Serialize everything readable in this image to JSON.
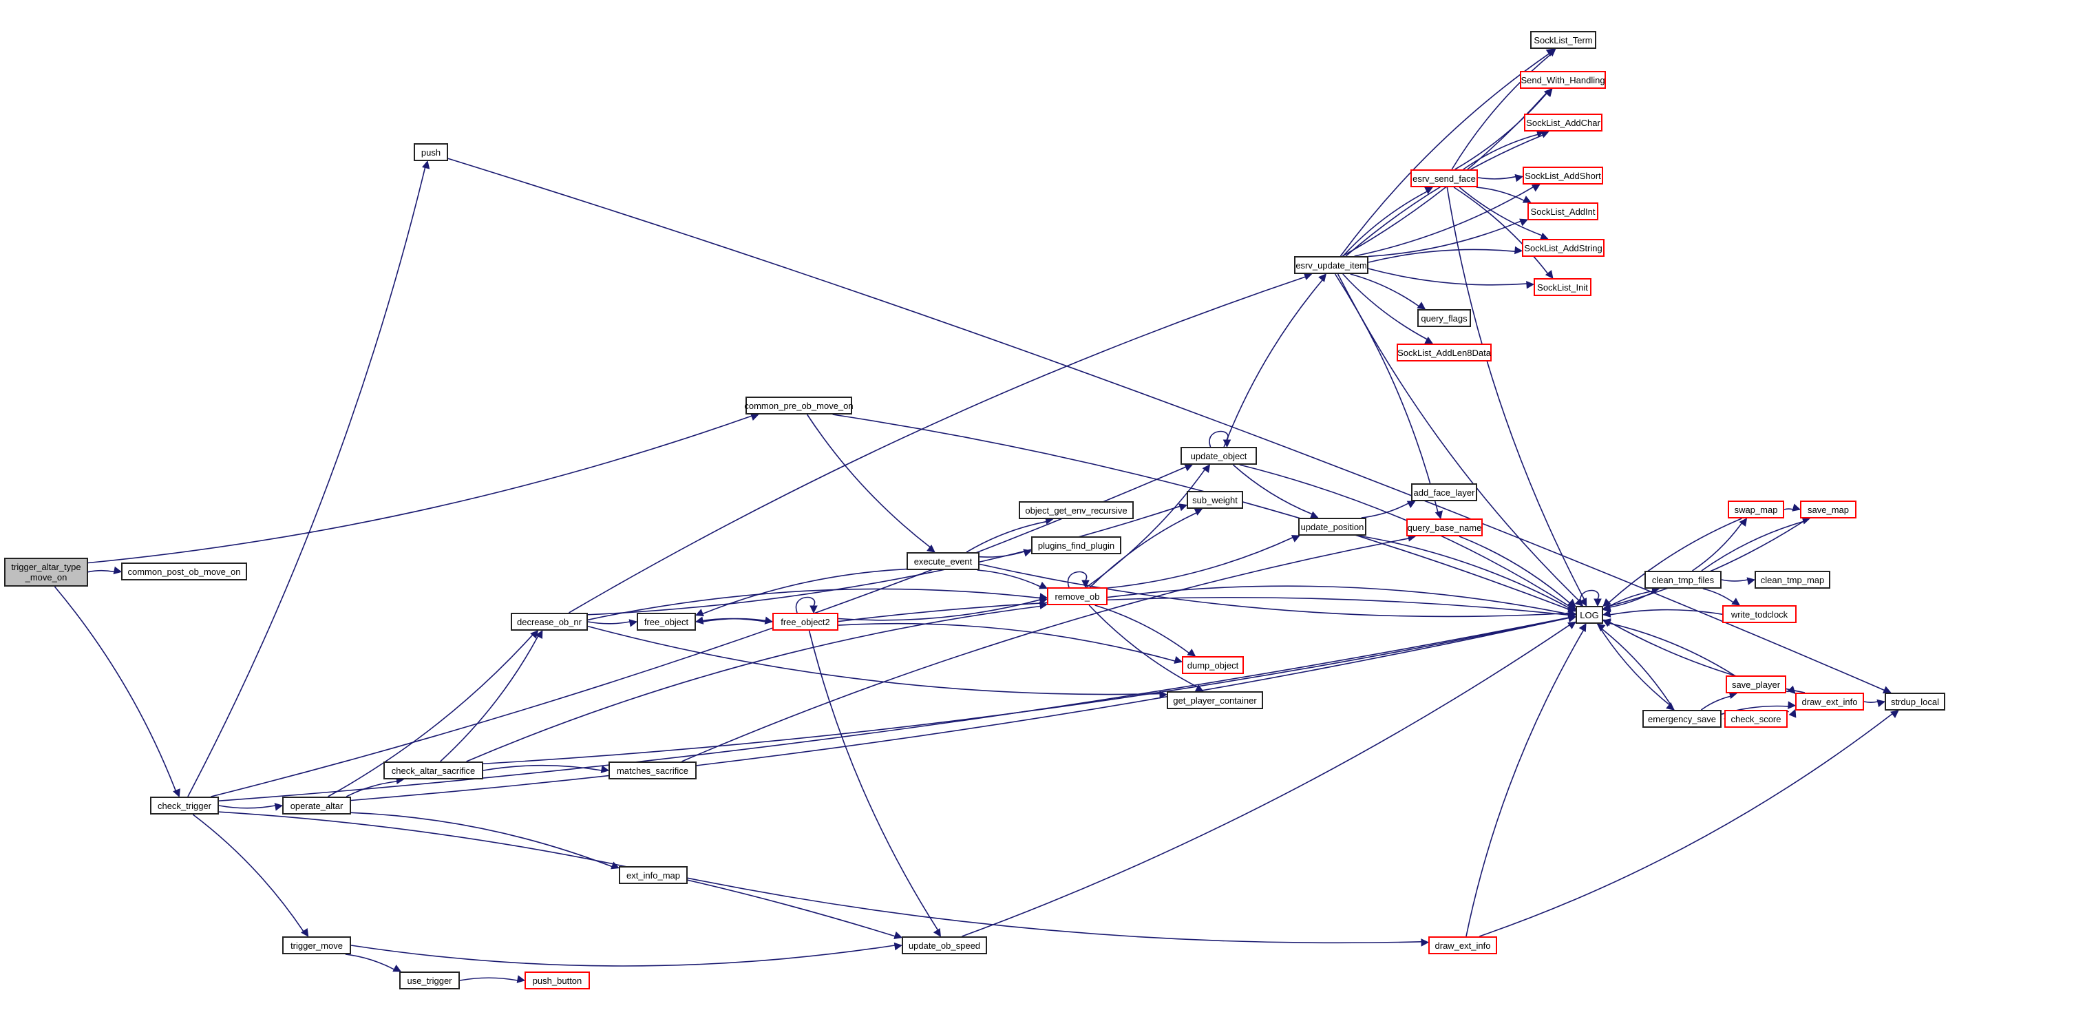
{
  "diagram": {
    "type": "call-graph",
    "colors": {
      "edge": "#191970",
      "root_fill": "#bfbfbf",
      "incomplete_border": "#ff0000",
      "normal_border": "#222222"
    },
    "nodes": [
      {
        "id": "trigger_altar_type_move_on",
        "label": "trigger_altar_type\n_move_on",
        "style": "root"
      },
      {
        "id": "common_post_ob_move_on",
        "label": "common_post_ob_move_on",
        "style": "normal"
      },
      {
        "id": "push",
        "label": "push",
        "style": "normal"
      },
      {
        "id": "common_pre_ob_move_on",
        "label": "common_pre_ob_move_on",
        "style": "normal"
      },
      {
        "id": "check_trigger",
        "label": "check_trigger",
        "style": "normal"
      },
      {
        "id": "operate_altar",
        "label": "operate_altar",
        "style": "normal"
      },
      {
        "id": "check_altar_sacrifice",
        "label": "check_altar_sacrifice",
        "style": "normal"
      },
      {
        "id": "matches_sacrifice",
        "label": "matches_sacrifice",
        "style": "normal"
      },
      {
        "id": "ext_info_map",
        "label": "ext_info_map",
        "style": "normal"
      },
      {
        "id": "trigger_move",
        "label": "trigger_move",
        "style": "normal"
      },
      {
        "id": "use_trigger",
        "label": "use_trigger",
        "style": "normal"
      },
      {
        "id": "push_button",
        "label": "push_button",
        "style": "red"
      },
      {
        "id": "decrease_ob_nr",
        "label": "decrease_ob_nr",
        "style": "normal"
      },
      {
        "id": "free_object",
        "label": "free_object",
        "style": "normal"
      },
      {
        "id": "free_object2",
        "label": "free_object2",
        "style": "red"
      },
      {
        "id": "execute_event",
        "label": "execute_event",
        "style": "normal"
      },
      {
        "id": "object_get_env_recursive",
        "label": "object_get_env_recursive",
        "style": "normal"
      },
      {
        "id": "plugins_find_plugin",
        "label": "plugins_find_plugin",
        "style": "normal"
      },
      {
        "id": "remove_ob",
        "label": "remove_ob",
        "style": "red"
      },
      {
        "id": "dump_object",
        "label": "dump_object",
        "style": "red"
      },
      {
        "id": "get_player_container",
        "label": "get_player_container",
        "style": "normal"
      },
      {
        "id": "update_ob_speed",
        "label": "update_ob_speed",
        "style": "normal"
      },
      {
        "id": "update_object",
        "label": "update_object",
        "style": "normal"
      },
      {
        "id": "sub_weight",
        "label": "sub_weight",
        "style": "normal"
      },
      {
        "id": "update_position",
        "label": "update_position",
        "style": "normal"
      },
      {
        "id": "esrv_update_item",
        "label": "esrv_update_item",
        "style": "normal"
      },
      {
        "id": "esrv_send_face",
        "label": "esrv_send_face",
        "style": "red"
      },
      {
        "id": "query_flags",
        "label": "query_flags",
        "style": "normal"
      },
      {
        "id": "SockList_AddLen8Data",
        "label": "SockList_AddLen8Data",
        "style": "red"
      },
      {
        "id": "add_face_layer",
        "label": "add_face_layer",
        "style": "normal"
      },
      {
        "id": "query_base_name",
        "label": "query_base_name",
        "style": "red"
      },
      {
        "id": "SockList_Term",
        "label": "SockList_Term",
        "style": "normal"
      },
      {
        "id": "Send_With_Handling",
        "label": "Send_With_Handling",
        "style": "red"
      },
      {
        "id": "SockList_AddChar",
        "label": "SockList_AddChar",
        "style": "red"
      },
      {
        "id": "SockList_AddShort",
        "label": "SockList_AddShort",
        "style": "red"
      },
      {
        "id": "SockList_AddInt",
        "label": "SockList_AddInt",
        "style": "red"
      },
      {
        "id": "SockList_AddString",
        "label": "SockList_AddString",
        "style": "red"
      },
      {
        "id": "SockList_Init",
        "label": "SockList_Init",
        "style": "red"
      },
      {
        "id": "LOG",
        "label": "LOG",
        "style": "normal"
      },
      {
        "id": "clean_tmp_files",
        "label": "clean_tmp_files",
        "style": "normal"
      },
      {
        "id": "clean_tmp_map",
        "label": "clean_tmp_map",
        "style": "normal"
      },
      {
        "id": "write_todclock",
        "label": "write_todclock",
        "style": "red"
      },
      {
        "id": "swap_map",
        "label": "swap_map",
        "style": "red"
      },
      {
        "id": "save_map",
        "label": "save_map",
        "style": "red"
      },
      {
        "id": "emergency_save",
        "label": "emergency_save",
        "style": "normal"
      },
      {
        "id": "save_player",
        "label": "save_player",
        "style": "red"
      },
      {
        "id": "check_score",
        "label": "check_score",
        "style": "red"
      },
      {
        "id": "draw_ext_info_a",
        "label": "draw_ext_info",
        "style": "red"
      },
      {
        "id": "draw_ext_info_b",
        "label": "draw_ext_info",
        "style": "red"
      },
      {
        "id": "strdup_local",
        "label": "strdup_local",
        "style": "normal"
      }
    ],
    "edges": [
      [
        "trigger_altar_type_move_on",
        "common_post_ob_move_on"
      ],
      [
        "trigger_altar_type_move_on",
        "common_pre_ob_move_on"
      ],
      [
        "trigger_altar_type_move_on",
        "check_trigger"
      ],
      [
        "check_trigger",
        "push"
      ],
      [
        "push",
        "strdup_local"
      ],
      [
        "check_trigger",
        "operate_altar"
      ],
      [
        "check_trigger",
        "trigger_move"
      ],
      [
        "check_trigger",
        "update_object"
      ],
      [
        "check_trigger",
        "update_ob_speed"
      ],
      [
        "check_trigger",
        "LOG"
      ],
      [
        "operate_altar",
        "check_altar_sacrifice"
      ],
      [
        "operate_altar",
        "decrease_ob_nr"
      ],
      [
        "operate_altar",
        "ext_info_map"
      ],
      [
        "operate_altar",
        "LOG"
      ],
      [
        "check_altar_sacrifice",
        "matches_sacrifice"
      ],
      [
        "check_altar_sacrifice",
        "decrease_ob_nr"
      ],
      [
        "check_altar_sacrifice",
        "remove_ob"
      ],
      [
        "check_altar_sacrifice",
        "LOG"
      ],
      [
        "matches_sacrifice",
        "query_base_name"
      ],
      [
        "ext_info_map",
        "draw_ext_info_b"
      ],
      [
        "trigger_move",
        "use_trigger"
      ],
      [
        "trigger_move",
        "update_ob_speed"
      ],
      [
        "use_trigger",
        "push_button"
      ],
      [
        "common_pre_ob_move_on",
        "execute_event"
      ],
      [
        "common_pre_ob_move_on",
        "LOG"
      ],
      [
        "decrease_ob_nr",
        "free_object"
      ],
      [
        "decrease_ob_nr",
        "esrv_update_item"
      ],
      [
        "decrease_ob_nr",
        "sub_weight"
      ],
      [
        "decrease_ob_nr",
        "remove_ob"
      ],
      [
        "decrease_ob_nr",
        "get_player_container"
      ],
      [
        "free_object",
        "free_object2"
      ],
      [
        "free_object2",
        "free_object"
      ],
      [
        "free_object2",
        "free_object2"
      ],
      [
        "free_object2",
        "remove_ob"
      ],
      [
        "free_object2",
        "dump_object"
      ],
      [
        "free_object2",
        "update_ob_speed"
      ],
      [
        "free_object2",
        "LOG"
      ],
      [
        "execute_event",
        "free_object"
      ],
      [
        "execute_event",
        "object_get_env_recursive"
      ],
      [
        "execute_event",
        "plugins_find_plugin"
      ],
      [
        "execute_event",
        "remove_ob"
      ],
      [
        "execute_event",
        "LOG"
      ],
      [
        "remove_ob",
        "remove_ob"
      ],
      [
        "remove_ob",
        "update_object"
      ],
      [
        "remove_ob",
        "sub_weight"
      ],
      [
        "remove_ob",
        "update_position"
      ],
      [
        "remove_ob",
        "dump_object"
      ],
      [
        "remove_ob",
        "get_player_container"
      ],
      [
        "remove_ob",
        "LOG"
      ],
      [
        "update_object",
        "update_object"
      ],
      [
        "update_object",
        "esrv_update_item"
      ],
      [
        "update_object",
        "update_position"
      ],
      [
        "update_object",
        "LOG"
      ],
      [
        "update_position",
        "add_face_layer"
      ],
      [
        "update_position",
        "LOG"
      ],
      [
        "update_ob_speed",
        "LOG"
      ],
      [
        "esrv_update_item",
        "SockList_Term"
      ],
      [
        "esrv_update_item",
        "Send_With_Handling"
      ],
      [
        "esrv_update_item",
        "SockList_AddChar"
      ],
      [
        "esrv_update_item",
        "SockList_AddShort"
      ],
      [
        "esrv_update_item",
        "esrv_send_face"
      ],
      [
        "esrv_update_item",
        "SockList_AddInt"
      ],
      [
        "esrv_update_item",
        "SockList_AddString"
      ],
      [
        "esrv_update_item",
        "SockList_Init"
      ],
      [
        "esrv_update_item",
        "query_flags"
      ],
      [
        "esrv_update_item",
        "SockList_AddLen8Data"
      ],
      [
        "esrv_update_item",
        "query_base_name"
      ],
      [
        "esrv_update_item",
        "LOG"
      ],
      [
        "esrv_send_face",
        "SockList_Term"
      ],
      [
        "esrv_send_face",
        "Send_With_Handling"
      ],
      [
        "esrv_send_face",
        "SockList_AddChar"
      ],
      [
        "esrv_send_face",
        "SockList_AddShort"
      ],
      [
        "esrv_send_face",
        "SockList_AddInt"
      ],
      [
        "esrv_send_face",
        "SockList_AddString"
      ],
      [
        "esrv_send_face",
        "SockList_Init"
      ],
      [
        "esrv_send_face",
        "LOG"
      ],
      [
        "query_base_name",
        "LOG"
      ],
      [
        "LOG",
        "LOG"
      ],
      [
        "LOG",
        "clean_tmp_files"
      ],
      [
        "LOG",
        "emergency_save"
      ],
      [
        "clean_tmp_files",
        "LOG"
      ],
      [
        "clean_tmp_files",
        "clean_tmp_map"
      ],
      [
        "clean_tmp_files",
        "write_todclock"
      ],
      [
        "clean_tmp_files",
        "swap_map"
      ],
      [
        "clean_tmp_files",
        "save_map"
      ],
      [
        "write_todclock",
        "LOG"
      ],
      [
        "swap_map",
        "save_map"
      ],
      [
        "swap_map",
        "LOG"
      ],
      [
        "save_map",
        "LOG"
      ],
      [
        "emergency_save",
        "LOG"
      ],
      [
        "emergency_save",
        "save_player"
      ],
      [
        "emergency_save",
        "check_score"
      ],
      [
        "emergency_save",
        "draw_ext_info_a"
      ],
      [
        "save_player",
        "LOG"
      ],
      [
        "save_player",
        "draw_ext_info_a"
      ],
      [
        "check_score",
        "draw_ext_info_a"
      ],
      [
        "draw_ext_info_a",
        "LOG"
      ],
      [
        "draw_ext_info_a",
        "strdup_local"
      ],
      [
        "draw_ext_info_b",
        "LOG"
      ],
      [
        "draw_ext_info_b",
        "strdup_local"
      ]
    ]
  }
}
